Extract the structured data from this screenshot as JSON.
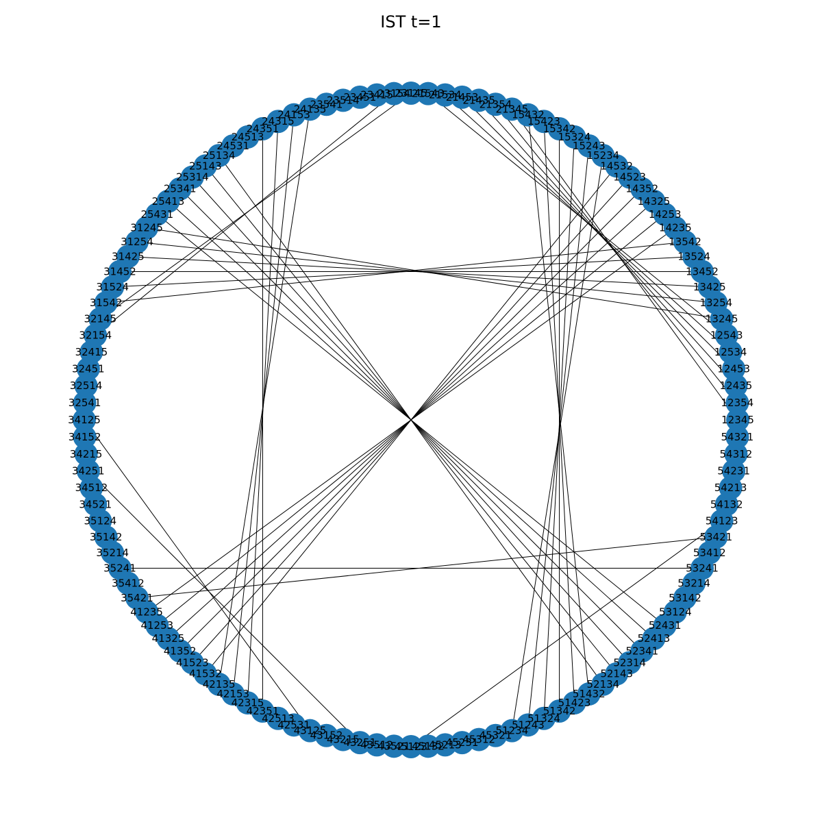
{
  "title": "IST t=1",
  "colors": {
    "node": "#1f77b4",
    "edge": "#000000",
    "label": "#000000"
  },
  "graph": {
    "layout": "circular",
    "nodes": [
      "12345",
      "12354",
      "12435",
      "12453",
      "12534",
      "12543",
      "13245",
      "13254",
      "13425",
      "13452",
      "13524",
      "13542",
      "14235",
      "14253",
      "14325",
      "14352",
      "14523",
      "14532",
      "15234",
      "15243",
      "15324",
      "15342",
      "15423",
      "15432",
      "21345",
      "21354",
      "21435",
      "21453",
      "21534",
      "21543",
      "23145",
      "23154",
      "23415",
      "23451",
      "23514",
      "23541",
      "24135",
      "24153",
      "24315",
      "24351",
      "24513",
      "24531",
      "25134",
      "25143",
      "25314",
      "25341",
      "25413",
      "25431",
      "31245",
      "31254",
      "31425",
      "31452",
      "31524",
      "31542",
      "32145",
      "32154",
      "32415",
      "32451",
      "32514",
      "32541",
      "34125",
      "34152",
      "34215",
      "34251",
      "34512",
      "34521",
      "35124",
      "35142",
      "35214",
      "35241",
      "35412",
      "35421",
      "41235",
      "41253",
      "41325",
      "41352",
      "41523",
      "41532",
      "42135",
      "42153",
      "42315",
      "42351",
      "42513",
      "42531",
      "43125",
      "43152",
      "43215",
      "43251",
      "43512",
      "43521",
      "45123",
      "45132",
      "45213",
      "45231",
      "45312",
      "45321",
      "51234",
      "51243",
      "51324",
      "51342",
      "51423",
      "51432",
      "52134",
      "52143",
      "52314",
      "52341",
      "52413",
      "52431",
      "53124",
      "53142",
      "53214",
      "53241",
      "53412",
      "53421",
      "54123",
      "54132",
      "54213",
      "54231",
      "54312",
      "54321"
    ],
    "edges": [
      [
        "12345",
        "21345"
      ],
      [
        "12354",
        "21354"
      ],
      [
        "12435",
        "21435"
      ],
      [
        "12453",
        "21453"
      ],
      [
        "12534",
        "21534"
      ],
      [
        "12543",
        "21543"
      ],
      [
        "13245",
        "31245"
      ],
      [
        "13254",
        "31254"
      ],
      [
        "13425",
        "31425"
      ],
      [
        "13452",
        "31452"
      ],
      [
        "13524",
        "31524"
      ],
      [
        "13542",
        "31542"
      ],
      [
        "14235",
        "41235"
      ],
      [
        "14253",
        "41253"
      ],
      [
        "14325",
        "41325"
      ],
      [
        "14352",
        "41352"
      ],
      [
        "14523",
        "41523"
      ],
      [
        "14532",
        "41532"
      ],
      [
        "15234",
        "51234"
      ],
      [
        "15243",
        "51243"
      ],
      [
        "15324",
        "51324"
      ],
      [
        "15342",
        "51342"
      ],
      [
        "15423",
        "51423"
      ],
      [
        "15432",
        "51432"
      ],
      [
        "23145",
        "32145"
      ],
      [
        "23154",
        "32154"
      ],
      [
        "24135",
        "42135"
      ],
      [
        "24153",
        "42153"
      ],
      [
        "24315",
        "42315"
      ],
      [
        "24351",
        "42351"
      ],
      [
        "25134",
        "52134"
      ],
      [
        "25143",
        "52143"
      ],
      [
        "25314",
        "52314"
      ],
      [
        "25341",
        "52341"
      ],
      [
        "25413",
        "52413"
      ],
      [
        "25431",
        "52431"
      ],
      [
        "34125",
        "43125"
      ],
      [
        "34251",
        "43251"
      ],
      [
        "35241",
        "53241"
      ],
      [
        "35421",
        "53421"
      ],
      [
        "45123",
        "54123"
      ]
    ]
  }
}
